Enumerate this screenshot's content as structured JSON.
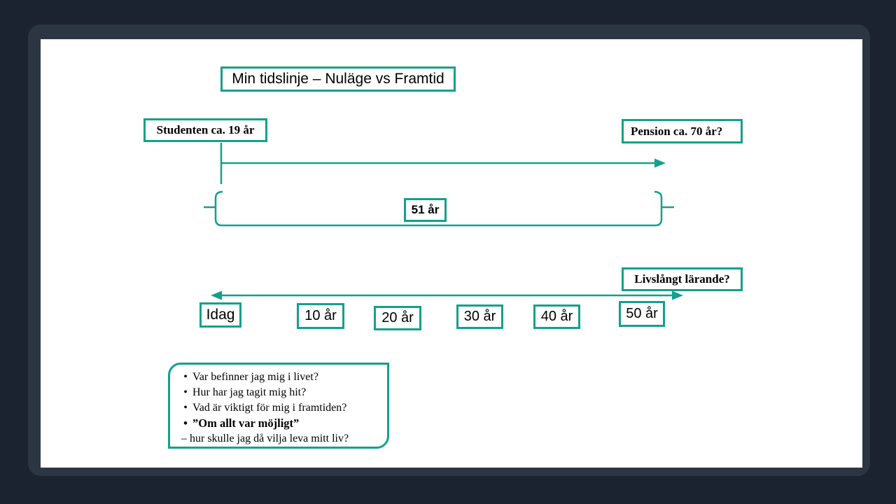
{
  "slide": {
    "title": "Min tidslinje – Nuläge vs Framtid",
    "top_timeline": {
      "start_label": "Studenten ca. 19 år",
      "end_label": "Pension ca. 70 år?",
      "span_label": "51 år"
    },
    "bottom_timeline": {
      "question_label": "Livslångt lärande?",
      "markers": [
        "Idag",
        "10 år",
        "20 år",
        "30 år",
        "40 år",
        "50 år"
      ]
    },
    "bubble": {
      "bullet_glyph": "•",
      "bullets": [
        "Var befinner jag mig i livet?",
        "Hur har jag tagit mig hit?",
        "Vad är viktigt för mig i framtiden?",
        "”Om allt var möjligt”"
      ],
      "footer_line": "– hur skulle jag då vilja leva mitt liv?"
    },
    "colors": {
      "accent": "#14a08b",
      "canvas_background": "#1c2330",
      "frame": "#2c3542",
      "slide_background": "#ffffff",
      "text": "#000000"
    }
  }
}
